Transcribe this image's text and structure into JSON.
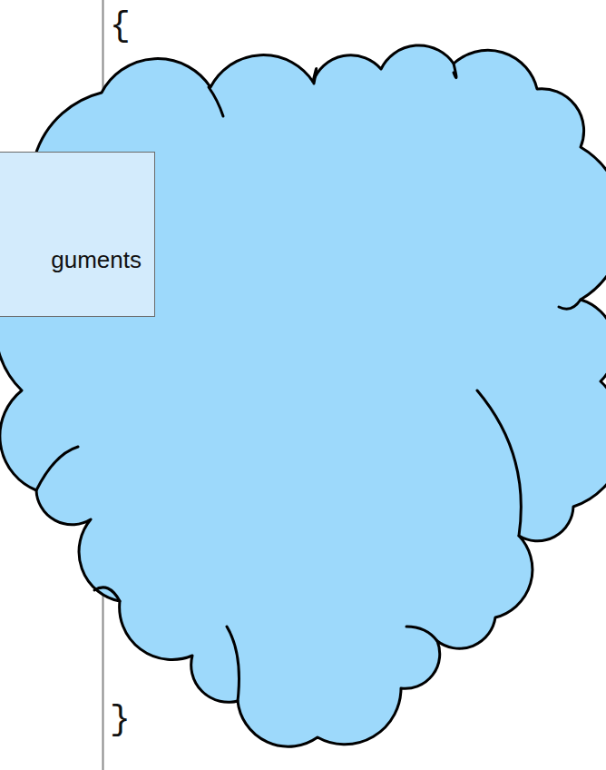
{
  "diagram": {
    "nodes": [
      {
        "text": [
          "guments"
        ]
      }
    ],
    "labels": [
      "{",
      "}"
    ]
  }
}
